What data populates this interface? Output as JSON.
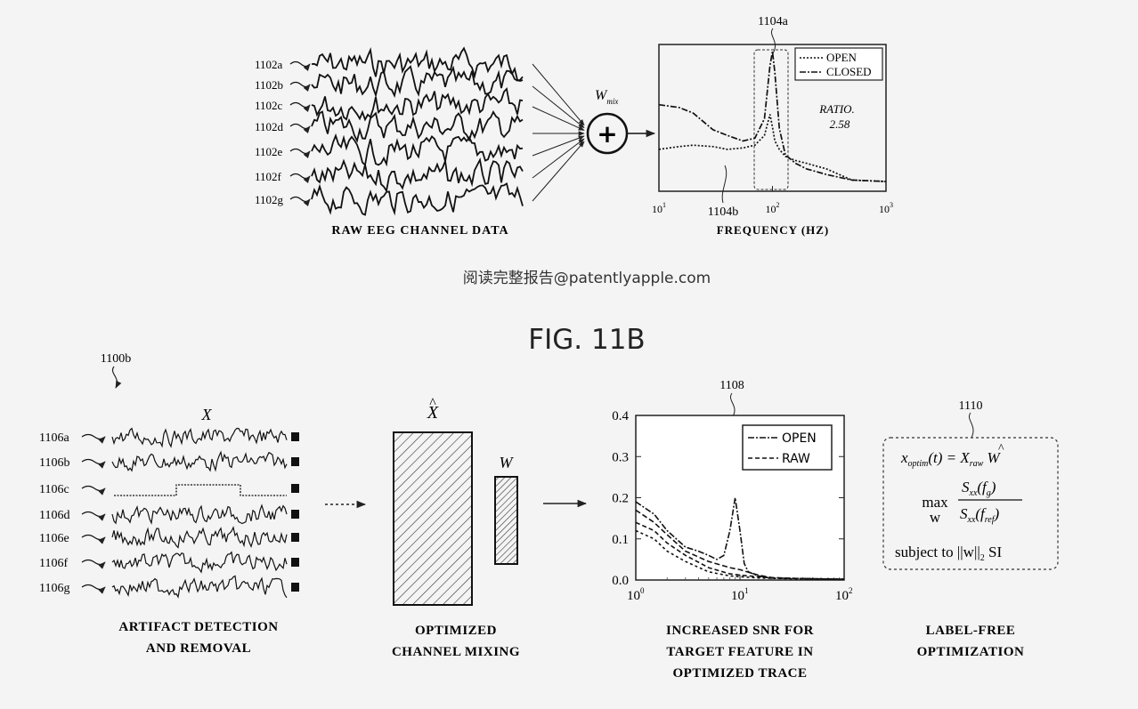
{
  "top": {
    "channel_labels": [
      "1102a",
      "1102b",
      "1102c",
      "1102d",
      "1102e",
      "1102f",
      "1102g"
    ],
    "caption_raw": "RAW EEG CHANNEL DATA",
    "mixer_label_main": "W",
    "mixer_label_sub": "mix",
    "mixer_symbol": "+",
    "peak_callout": "1104a",
    "base_callout": "1104b",
    "legend": [
      "OPEN",
      "CLOSED"
    ],
    "ratio_label": "RATIO.",
    "ratio_value": "2.58",
    "x_ticks": [
      {
        "base": "10",
        "exp": "1"
      },
      {
        "base": "10",
        "exp": "2"
      },
      {
        "base": "10",
        "exp": "3"
      }
    ],
    "xlabel": "FREQUENCY (HZ)"
  },
  "watermark": "阅读完整报告@patentlyapple.com",
  "figure_title": "FIG. 11B",
  "bottom": {
    "ref_label": "1100b",
    "x_label": "X",
    "channel_labels": [
      "1106a",
      "1106b",
      "1106c",
      "1106d",
      "1106e",
      "1106f",
      "1106g"
    ],
    "caption1": [
      "ARTIFACT DETECTION",
      "AND REMOVAL"
    ],
    "xhat_label": "X",
    "xhat_mark": "^",
    "w_label": "W",
    "caption2": [
      "OPTIMIZED",
      "CHANNEL MIXING"
    ],
    "plot_callout": "1108",
    "legend": [
      "OPEN",
      "RAW"
    ],
    "y_ticks": [
      "0.0",
      "0.1",
      "0.2",
      "0.3",
      "0.4"
    ],
    "x_ticks": [
      {
        "base": "10",
        "exp": "0"
      },
      {
        "base": "10",
        "exp": "1"
      },
      {
        "base": "10",
        "exp": "2"
      }
    ],
    "caption3": [
      "INCREASED SNR FOR",
      "TARGET FEATURE IN",
      "OPTIMIZED TRACE"
    ],
    "formula_callout": "1110",
    "formula_line1": "x",
    "formula_line1_sub": "optim",
    "formula_line1_mid": "(t) = X",
    "formula_line1_sub2": "raw",
    "formula_line1_end": " W",
    "formula_max": "max",
    "formula_w": "w",
    "formula_num": "S",
    "formula_num_sub": "xx",
    "formula_num_arg": "(f",
    "formula_num_arg_sub": "g",
    "formula_num_end": ")",
    "formula_den": "S",
    "formula_den_sub": "xx",
    "formula_den_arg": "(f",
    "formula_den_arg_sub": "ref",
    "formula_den_end": ")",
    "formula_subject": "subject to ||w||",
    "formula_subject_sub": "2",
    "formula_subject_end": " SI",
    "caption4": [
      "LABEL-FREE",
      "OPTIMIZATION"
    ]
  },
  "chart_data": [
    {
      "type": "line",
      "xlabel": "FREQUENCY (HZ)",
      "x_scale": "log",
      "xlim": [
        10,
        1000
      ],
      "legend_position": "top-right",
      "series": [
        {
          "name": "OPEN",
          "x": [
            10,
            15,
            20,
            30,
            40,
            55,
            70,
            85,
            95,
            100,
            105,
            115,
            130,
            160,
            200,
            300,
            500,
            1000
          ],
          "y": [
            0.3,
            0.32,
            0.33,
            0.32,
            0.3,
            0.31,
            0.33,
            0.4,
            0.55,
            0.46,
            0.36,
            0.3,
            0.25,
            0.22,
            0.2,
            0.16,
            0.08,
            0.07
          ]
        },
        {
          "name": "CLOSED",
          "x": [
            10,
            15,
            20,
            30,
            40,
            55,
            70,
            85,
            95,
            100,
            105,
            115,
            130,
            160,
            200,
            300,
            500,
            1000
          ],
          "y": [
            0.62,
            0.6,
            0.56,
            0.44,
            0.4,
            0.36,
            0.38,
            0.52,
            0.9,
            1.0,
            0.85,
            0.45,
            0.26,
            0.2,
            0.16,
            0.12,
            0.08,
            0.07
          ]
        }
      ]
    },
    {
      "type": "line",
      "x_scale": "log",
      "xlim": [
        1,
        100
      ],
      "ylim": [
        0,
        0.4
      ],
      "y_ticks": [
        0.0,
        0.1,
        0.2,
        0.3,
        0.4
      ],
      "legend_position": "top-right",
      "series": [
        {
          "name": "OPEN",
          "x": [
            1,
            1.5,
            2,
            3,
            4,
            5,
            6,
            7,
            8,
            9,
            10,
            11,
            12,
            15,
            20,
            30,
            50,
            100
          ],
          "y": [
            0.19,
            0.16,
            0.12,
            0.08,
            0.07,
            0.06,
            0.05,
            0.06,
            0.12,
            0.2,
            0.12,
            0.04,
            0.02,
            0.01,
            0.005,
            0.004,
            0.003,
            0.002
          ]
        },
        {
          "name": "RAW",
          "x": [
            1,
            1.5,
            2,
            3,
            5,
            8,
            10,
            15,
            20,
            30,
            50,
            100
          ],
          "y": [
            0.14,
            0.12,
            0.09,
            0.06,
            0.03,
            0.015,
            0.012,
            0.008,
            0.005,
            0.004,
            0.003,
            0.002
          ]
        },
        {
          "name": "",
          "x": [
            1,
            1.5,
            2,
            3,
            5,
            8,
            10,
            15,
            20,
            30,
            50,
            100
          ],
          "y": [
            0.17,
            0.14,
            0.11,
            0.07,
            0.045,
            0.03,
            0.025,
            0.012,
            0.006,
            0.004,
            0.003,
            0.002
          ]
        },
        {
          "name": "",
          "x": [
            1,
            1.5,
            2,
            3,
            5,
            8,
            10,
            15,
            20,
            30,
            50,
            100
          ],
          "y": [
            0.12,
            0.1,
            0.07,
            0.045,
            0.02,
            0.01,
            0.008,
            0.005,
            0.004,
            0.003,
            0.002,
            0.001
          ]
        }
      ]
    }
  ]
}
